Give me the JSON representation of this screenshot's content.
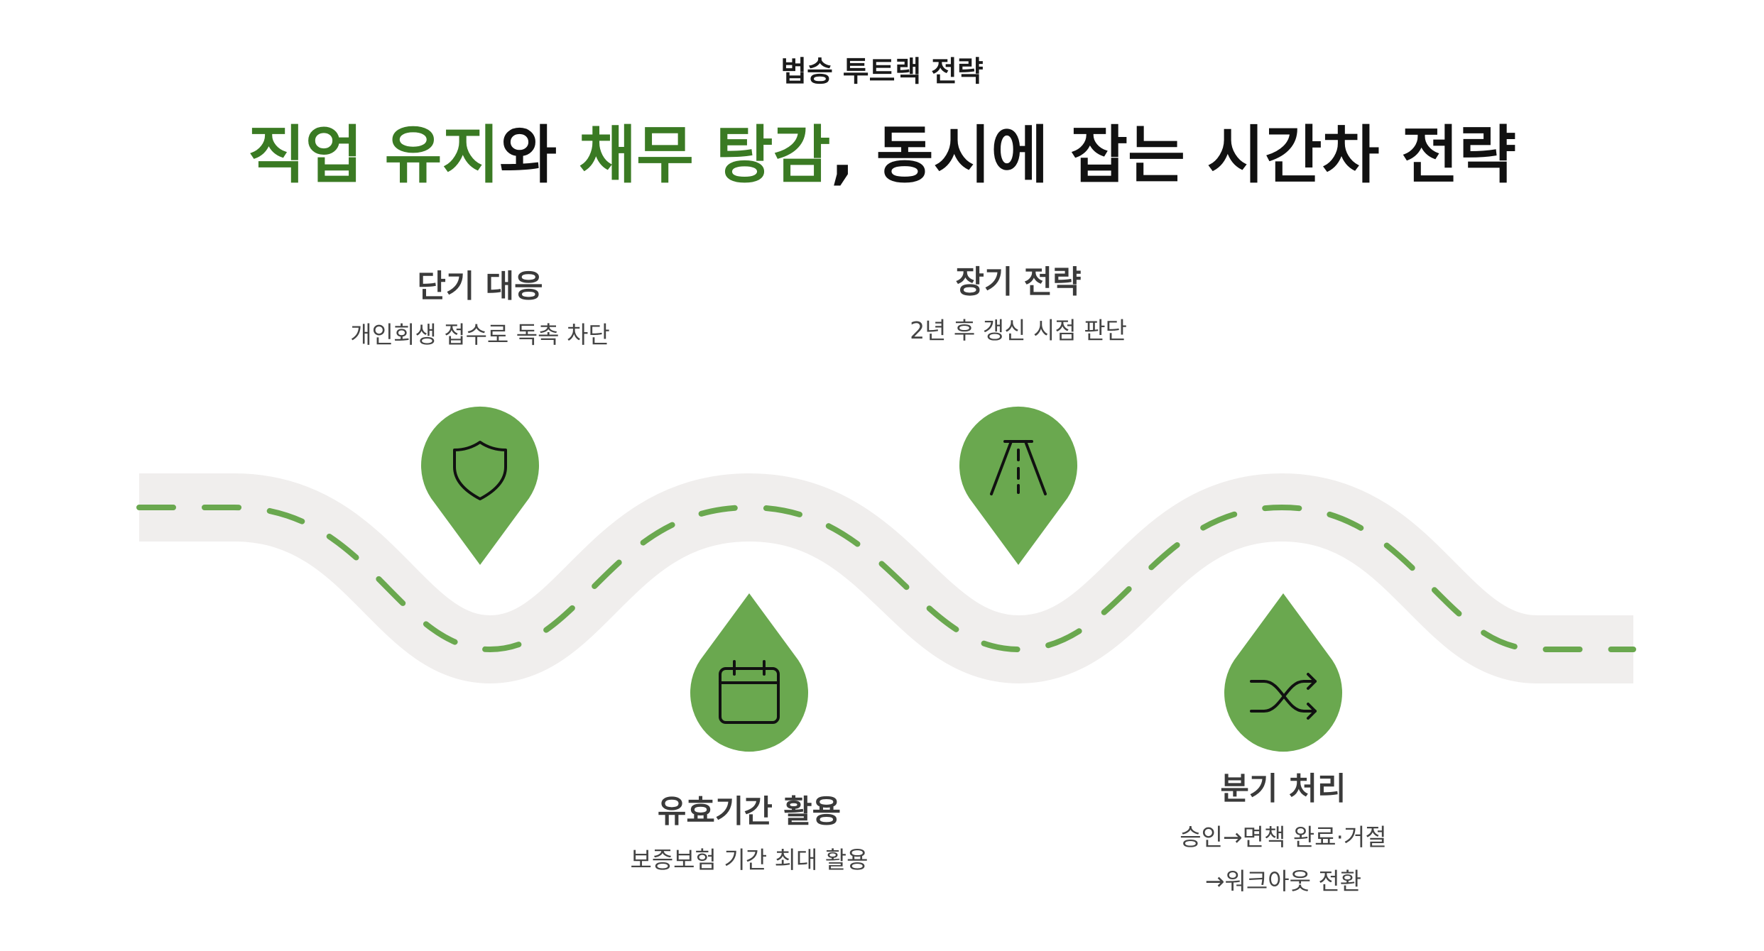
{
  "header": {
    "kicker": "법승 투트랙 전략",
    "headline": {
      "part1": "직업 유지",
      "part2": "와 ",
      "part3": "채무 탕감",
      "part4": ", 동시에 잡는 시간차 전략"
    }
  },
  "colors": {
    "accent_green": "#6aa84f",
    "headline_green": "#3a7a23",
    "road": "#f0eeed"
  },
  "milestones": [
    {
      "icon": "shield-icon",
      "title": "단기 대응",
      "desc_lines": [
        "개인회생 접수로 독촉 차단"
      ]
    },
    {
      "icon": "calendar-icon",
      "title": "유효기간 활용",
      "desc_lines": [
        "보증보험 기간 최대 활용"
      ]
    },
    {
      "icon": "road-icon",
      "title": "장기 전략",
      "desc_lines": [
        "2년 후 갱신 시점 판단"
      ]
    },
    {
      "icon": "shuffle-icon",
      "title": "분기 처리",
      "desc_lines": [
        "승인→면책 완료·거절",
        "→워크아웃 전환"
      ]
    }
  ]
}
